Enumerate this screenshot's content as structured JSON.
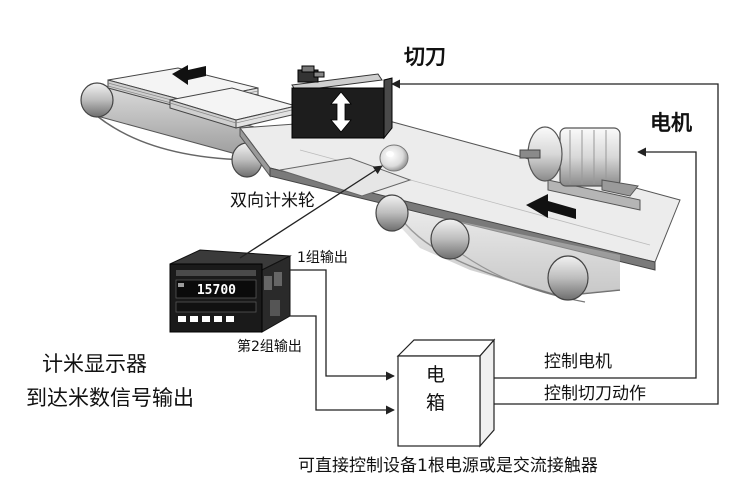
{
  "labels": {
    "cutter": "切刀",
    "motor": "电机",
    "wheel": "双向计米轮",
    "out1": "1组输出",
    "out2": "第2组输出",
    "display_line1": "计米显示器",
    "display_line2": "到达米数信号输出",
    "control_motor": "控制电机",
    "control_cutter": "控制切刀动作",
    "bottom_note": "可直接控制设备1根电源或是交流接触器"
  },
  "box": {
    "char1": "电",
    "char2": "箱"
  },
  "counter": {
    "reading": "15700"
  }
}
